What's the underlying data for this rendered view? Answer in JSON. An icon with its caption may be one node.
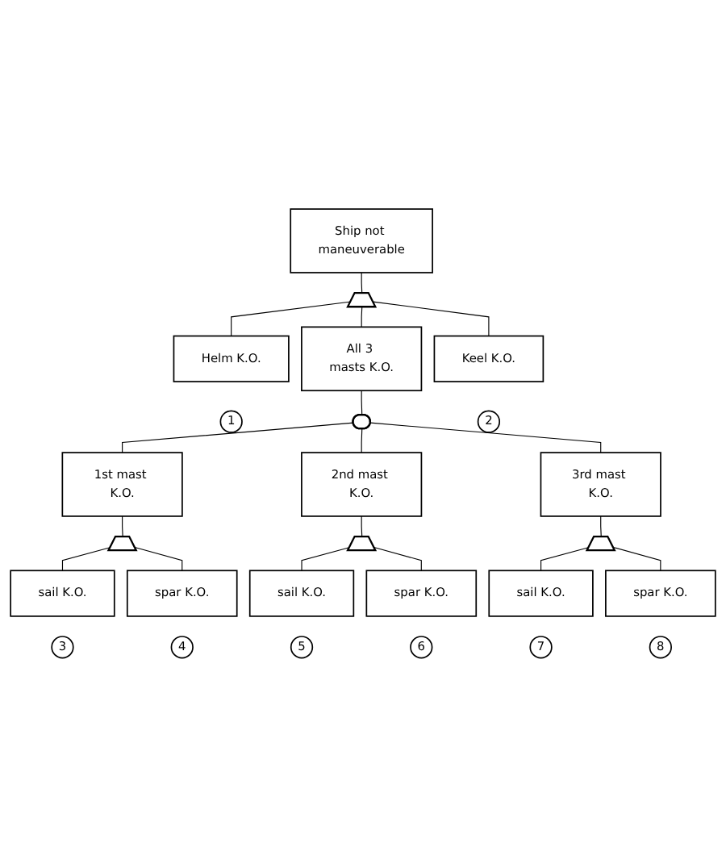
{
  "diagram": {
    "nodes": [
      {
        "text": [
          "Ship not maneuverable"
        ]
      },
      {
        "text": [],
        "shape": "arch"
      },
      {
        "text": [
          "Helm K.O."
        ]
      },
      {
        "text": [
          "All 3 masts K.O."
        ]
      },
      {
        "text": [
          "Keel K.O."
        ]
      },
      {
        "text": [
          "1"
        ]
      },
      {
        "text": [],
        "shape": "dome"
      },
      {
        "text": [
          "2"
        ]
      },
      {
        "text": [
          "1st mast K.O."
        ]
      },
      {
        "text": [
          "2nd mast K.O."
        ]
      },
      {
        "text": [
          "3rd mast K.O."
        ]
      },
      {
        "text": [],
        "shape": "arch"
      },
      {
        "text": [],
        "shape": "arch"
      },
      {
        "text": [],
        "shape": "arch"
      },
      {
        "text": [
          "sail K.O."
        ]
      },
      {
        "text": [
          "spar K.O."
        ]
      },
      {
        "text": [
          "sail K.O."
        ]
      },
      {
        "text": [
          "spar K.O."
        ]
      },
      {
        "text": [
          "sail K.O."
        ]
      },
      {
        "text": [
          "spar K.O."
        ]
      },
      {
        "text": [
          "3"
        ]
      },
      {
        "text": [
          "4"
        ]
      },
      {
        "text": [
          "5"
        ]
      },
      {
        "text": [
          "6"
        ]
      },
      {
        "text": [
          "7"
        ]
      },
      {
        "text": [
          "8"
        ]
      }
    ],
    "edges": [
      {
        "from": 0,
        "to": 1,
        "arrow": "none"
      },
      {
        "from": 1,
        "to": 2,
        "arrow": "none"
      },
      {
        "from": 1,
        "to": 3,
        "arrow": "none"
      },
      {
        "from": 1,
        "to": 4,
        "arrow": "none"
      },
      {
        "from": 3,
        "to": 6,
        "arrow": "none"
      },
      {
        "from": 6,
        "to": 8,
        "arrow": "none"
      },
      {
        "from": 6,
        "to": 9,
        "arrow": "none"
      },
      {
        "from": 6,
        "to": 10,
        "arrow": "none"
      },
      {
        "from": 8,
        "to": 11,
        "arrow": "none"
      },
      {
        "from": 9,
        "to": 12,
        "arrow": "none"
      },
      {
        "from": 10,
        "to": 13,
        "arrow": "none"
      },
      {
        "from": 11,
        "to": 14,
        "arrow": "none"
      },
      {
        "from": 11,
        "to": 15,
        "arrow": "none"
      },
      {
        "from": 12,
        "to": 16,
        "arrow": "none"
      },
      {
        "from": 12,
        "to": 17,
        "arrow": "none"
      },
      {
        "from": 13,
        "to": 18,
        "arrow": "none"
      },
      {
        "from": 13,
        "to": 19,
        "arrow": "none"
      }
    ]
  }
}
